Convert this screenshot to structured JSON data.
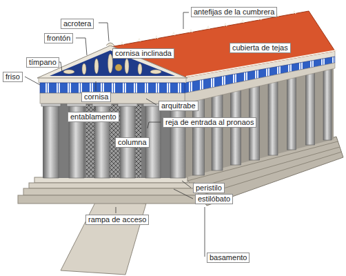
{
  "diagram": {
    "labels": [
      "antefijas de la cumbrera",
      "acrotera",
      "frontón",
      "cornisa inclinada",
      "cubierta de tejas",
      "tímpano",
      "friso",
      "cornisa",
      "arquitrabe",
      "entablamento",
      "reja de entrada al pronaos",
      "columna",
      "peristilo",
      "estilóbato",
      "rampa de acceso",
      "basamento"
    ]
  }
}
